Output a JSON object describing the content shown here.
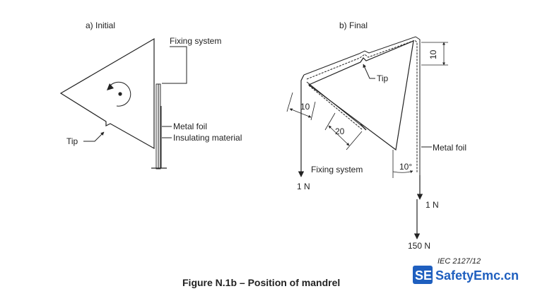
{
  "panel_a": {
    "title": "a) Initial",
    "labels": {
      "fixing_system": "Fixing system",
      "metal_foil": "Metal foil",
      "insulating_material": "Insulating material",
      "tip": "Tip"
    }
  },
  "panel_b": {
    "title": "b) Final",
    "labels": {
      "tip": "Tip",
      "metal_foil": "Metal foil",
      "fixing_system": "Fixing system",
      "dim_10_top": "10",
      "dim_10_left": "10",
      "dim_20": "20",
      "angle": "10°",
      "force_1n_left": "1 N",
      "force_1n_right": "1 N",
      "force_150n": "150 N"
    }
  },
  "caption": "Figure N.1b – Position of mandrel",
  "reference": "IEC  2127/12",
  "watermark": {
    "se": "SE",
    "site": "SafetyEmc.cn"
  },
  "colors": {
    "line": "#222222",
    "watermark_blue": "#1f5fbf"
  }
}
